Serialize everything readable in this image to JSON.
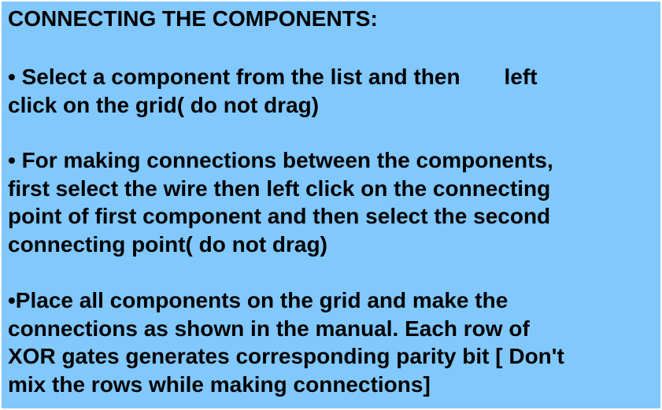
{
  "slide": {
    "title": "CONNECTING THE COMPONENTS:",
    "paragraphs": [
      {
        "lines": [
          "• Select a component from the list and then",
          "left",
          "click on the grid( do not drag)"
        ]
      },
      {
        "lines": [
          "• For making connections between the components,",
          "first select the wire then left click on the connecting",
          "point of first component and then select the second",
          "connecting point( do not drag)"
        ]
      },
      {
        "lines": [
          "•Place all components on the grid and make the",
          "connections as shown in the manual. Each row of",
          "XOR gates generates corresponding parity bit [ Don't",
          "mix the rows while making connections]"
        ]
      }
    ],
    "background_color": "#81c8fd",
    "text_color": "#000000"
  }
}
